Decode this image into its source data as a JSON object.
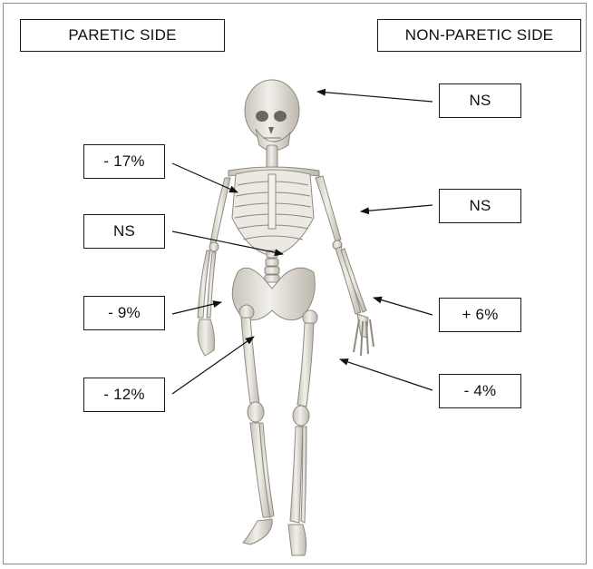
{
  "headers": {
    "left": "PARETIC SIDE",
    "right": "NON-PARETIC SIDE"
  },
  "labels": {
    "skull": "NS",
    "right_upper_arm": "NS",
    "right_forearm": "+ 6%",
    "right_leg": "- 4%",
    "left_ribs": "- 17%",
    "spine": "NS",
    "left_forearm": "- 9%",
    "left_leg": "- 12%"
  },
  "colors": {
    "bone": "#e6e3dc",
    "bone_shadow": "#b9b4aa",
    "arrow": "#111111"
  },
  "figure": "skeleton-illustration"
}
